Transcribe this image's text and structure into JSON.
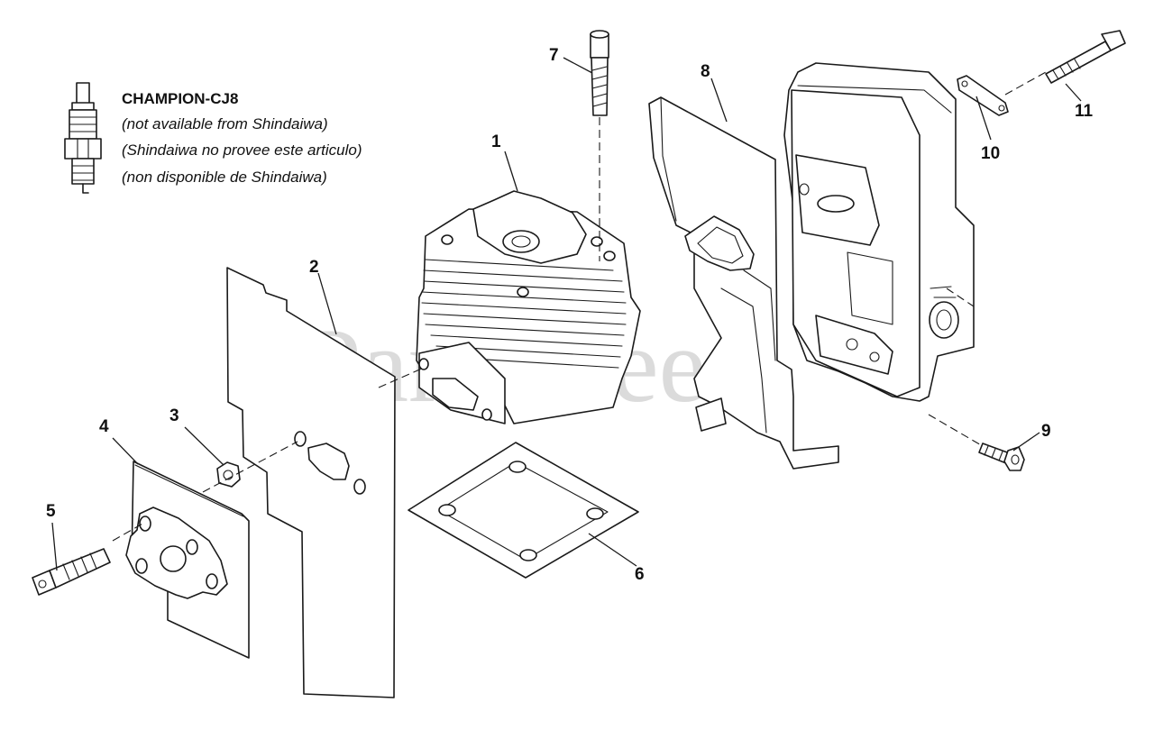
{
  "note": {
    "title": "CHAMPION-CJ8",
    "lines": [
      "(not available from Shindaiwa)",
      "(Shindaiwa no provee este articulo)",
      "(non disponible de Shindaiwa)"
    ]
  },
  "watermark": "PartsTree",
  "callouts": [
    "1",
    "2",
    "3",
    "4",
    "5",
    "6",
    "7",
    "8",
    "9",
    "10",
    "11"
  ]
}
